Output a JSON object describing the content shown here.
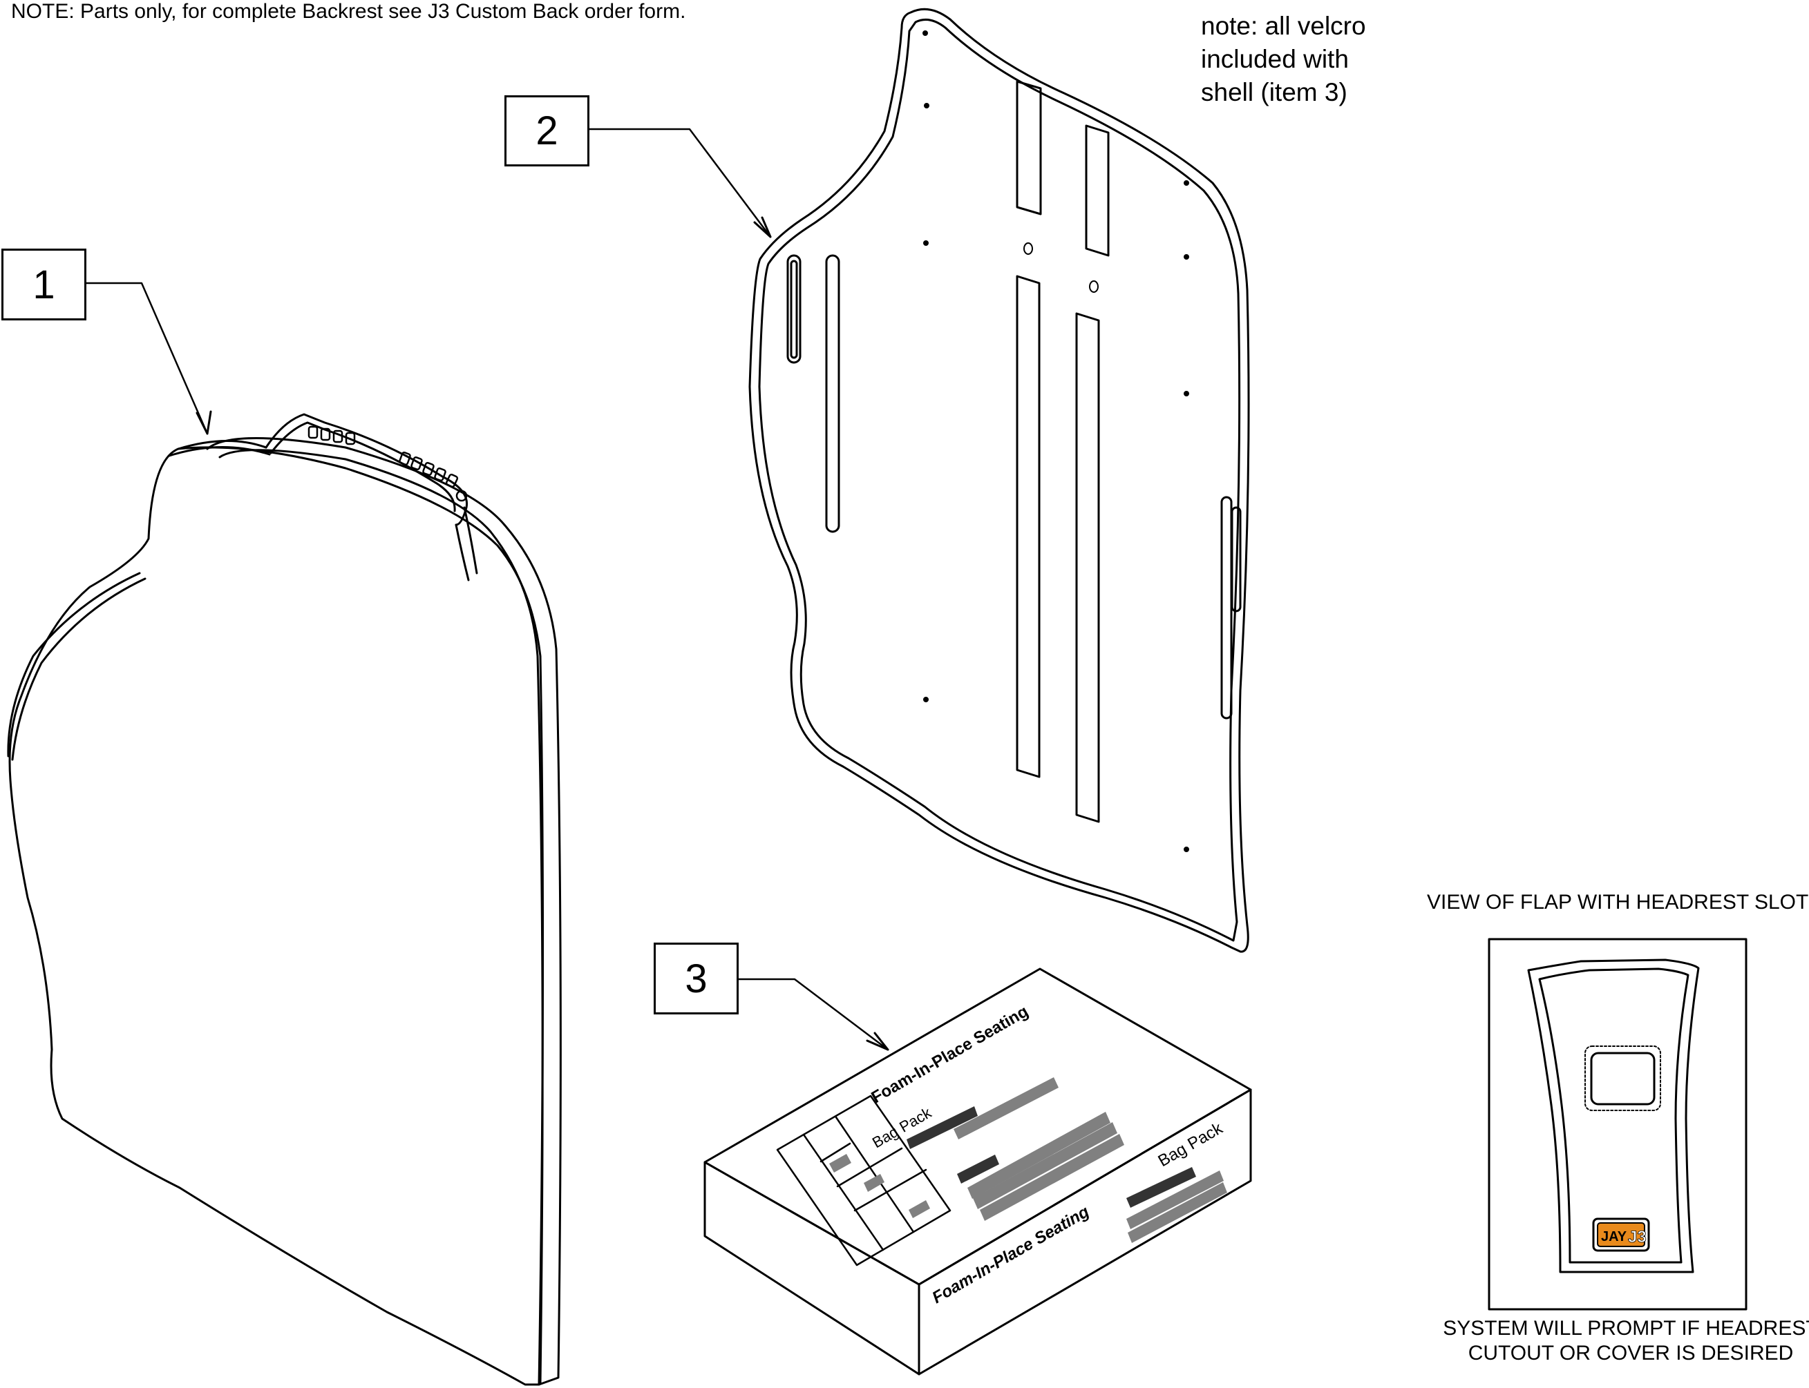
{
  "notes": {
    "top": "NOTE: Parts only, for complete Backrest see J3 Custom Back order form.",
    "velcro": [
      "note: all velcro",
      "included with",
      "shell (item 3)"
    ]
  },
  "callouts": [
    {
      "label": "1",
      "part": "back cushion"
    },
    {
      "label": "2",
      "part": "shell"
    },
    {
      "label": "3",
      "part": "foam-in-place seating kit box"
    }
  ],
  "box": {
    "brand_text": "Foam-In-Place Seating",
    "product_text": "Bag Pack"
  },
  "flap": {
    "title": "VIEW OF FLAP WITH HEADREST SLOT",
    "caption": [
      "SYSTEM WILL PROMPT IF HEADREST",
      "CUTOUT OR COVER IS DESIRED"
    ],
    "logo": "JAY J3"
  },
  "colors": {
    "line": "#000000",
    "dark_bar": "#333333",
    "light_bar": "#808080",
    "logo_orange": "#e98a1c"
  }
}
